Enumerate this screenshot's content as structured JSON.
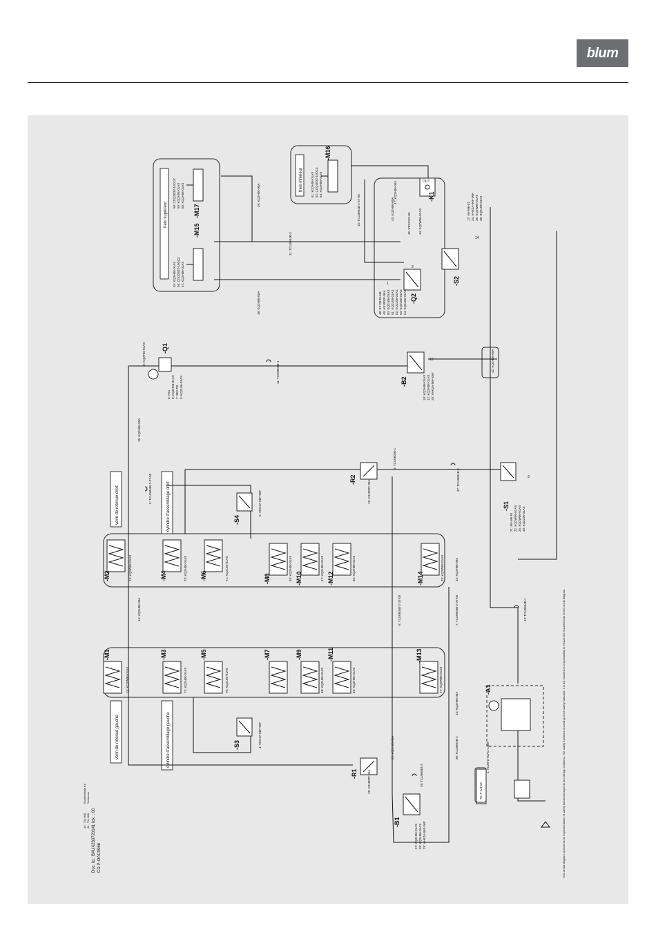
{
  "brand": {
    "name": "blum"
  },
  "doc": {
    "id_line": "Doc. Id.: BAUX230720141 Idx. : 00",
    "code": "CD-P-OAC0066",
    "meta1": "40 : TM-H08",
    "meta2": "41 : TM-H08",
    "meta3": "Ensemblable für",
    "meta4": "Schémas"
  },
  "groups": {
    "frein_sup": "frein supérieur",
    "frein_inf": "frein inférieur",
    "vis_droit": "vérin de retenue droit",
    "cyl_droit": "cylindre d'assemblage droit",
    "vis_gauche": "vérin de retenue gauche",
    "cyl_gauche": "cylindre d'assemblage gauche"
  },
  "components": {
    "M1": "-M1",
    "M2": "-M2",
    "M3": "-M3",
    "M4": "-M4",
    "M5": "-M5",
    "M6": "-M6",
    "M7": "-M7",
    "M8": "-M8",
    "M9": "-M9",
    "M10": "-M10",
    "M11": "-M11",
    "M12": "-M12",
    "M13": "-M13",
    "M14": "-M14",
    "M15": "-M15",
    "M16": "-M16",
    "M17": "-M17",
    "Q1": "-Q1",
    "Q2": "-Q2",
    "K1": "-K1",
    "S1": "-S1",
    "S2": "-S2",
    "S3": "-S3",
    "S4": "-S4",
    "R1": "-R1",
    "R2": "-R2",
    "B1": "-B1",
    "B2": "-B2",
    "A1": "-A1"
  },
  "part_labels": {
    "m2": "74: KQ2W06-01AS",
    "m4": "73: KQ2H06-01AS",
    "m6": "71: KQ2L06-01AS",
    "m8": "69: KQ2H06-01AS",
    "m10": "67: KQ2H06-01AS",
    "m12": "65: KQ2H06-01AS",
    "m14": "78: KQ2W06-01AS",
    "m1": "74: KQ2W06-01AS",
    "m3": "72: KQ2H06-01AS",
    "m5": "70: KQ2L06-01AS",
    "m9": "68: KQ2H06-01AS",
    "m11": "66: KQ2H06-01AS",
    "m13": "64: KQ2H06-01AS",
    "m13b": "77: KQ2W06-01AS",
    "s4": "5: VHK2A-06F-06F",
    "s3": "4: VHK2A-06F-06F",
    "a1": "1: AC20-D-02AC-1460",
    "q1a": "6: AS1",
    "q1b": "8: KQ2H06-01AS",
    "q1c": "7: 3E2-TB",
    "q1d": "9: KQ2L06-01AS",
    "k1a": "44: KQ2W06-01AS",
    "k1b": "45: VR1211F-06",
    "r1": "18: AS1002F-06A",
    "r2": "19: AS1002F-06A",
    "b2a": "10: KQ2H06-01AS",
    "b2b": "12: KQ2H06-01AS",
    "b2c": "20: VHK2A-06F-06F",
    "b1a": "27: KQ2H06-01AS",
    "b1b": "28: KQ2H06-01AS",
    "b1c": "29: VHK2A-06F-06F",
    "s1a": "21: AN-M6-01",
    "s1b": "22: KQ2W06-01AS",
    "s1c": "25: KQ2W06-01AS",
    "s1d": "33: KQ2L06-01AS",
    "q2a": "48: SYJ3120-5M",
    "q2b": "49: AS1002F-06A",
    "q2c": "50: KQ2L06-01AS",
    "q2d": "51: KQ2L06-01AS",
    "q2e": "52: KQ2L06-01AS",
    "q2f": "53: KQ2L06-01AS",
    "q2g": "54: KQ2L06-01AS",
    "s2a": "17: AN-M6-01",
    "s2b": "34: VHK2A-06F-06F",
    "s2c": "35: KQ2W06-01AS",
    "s2d": "36: KQ2L06-01AS",
    "m15a": "55: KQ2H06-01AS",
    "m15b": "56: CDQ2B32-10DCZ",
    "m15c": "57: KQ2H06-01AS",
    "m17a": "58: CDQ2B32-10DCZ",
    "m17b": "59: KQ2H06-01AS",
    "m17c": "60: KQ2H06-01AS",
    "m16a": "61: KQ2H06-01AS",
    "m16b": "62: CDQ2B32-10DCZ",
    "m16c": "63: KQ2H06-01AS",
    "tube1": "14: KQ2H06-00A",
    "tube2": "15: KQ2H06-00A",
    "tube3": "13: TCU0604B-1",
    "tube4": "16: TCU0604B-2-37-00",
    "tube5": "26: TCU0604B-3",
    "tube6": "31: TCU0604B-3",
    "tube7": "37: TCU0604B-3",
    "tube8": "38: KQ2H06-00A",
    "tube9": "39: KQ2H06-00A",
    "tube10": "11: TCU0604B-1",
    "tube11": "43: KQ2H06-00A",
    "tube12": "3: TCU0604B-1",
    "tube13": "30: TCU0604B-2",
    "tube14": "24: KQ2H06-00A",
    "tube15": "23: KQ2H06-00A",
    "tube16": "32: KQ2H06-00A",
    "tube17": "2: KQ2T06-01AS",
    "tube18": "47: KQ2H06-00A",
    "tube19": "42: KQ2H06-00A",
    "tube20": "8: KQ2H06-00A",
    "tube21": "9: TCU0604B-2-37-00",
    "tube22": "6: TCU0604B-2-37-00",
    "tube23": "7: TCU0604B-2-37-00",
    "tube24": "76: P-1/4-18",
    "ports": {
      "p1": "1",
      "p2": "2",
      "p3": "3",
      "p12": "12",
      "p14": "14",
      "out": "OUT"
    }
  },
  "disclaimer": "This circuit diagram represents an implementation of safety functional aspects and design solutions. The safety functions according to the safety standard. It is the customer's responsibility to ensure the requirements of the circuit diagram."
}
